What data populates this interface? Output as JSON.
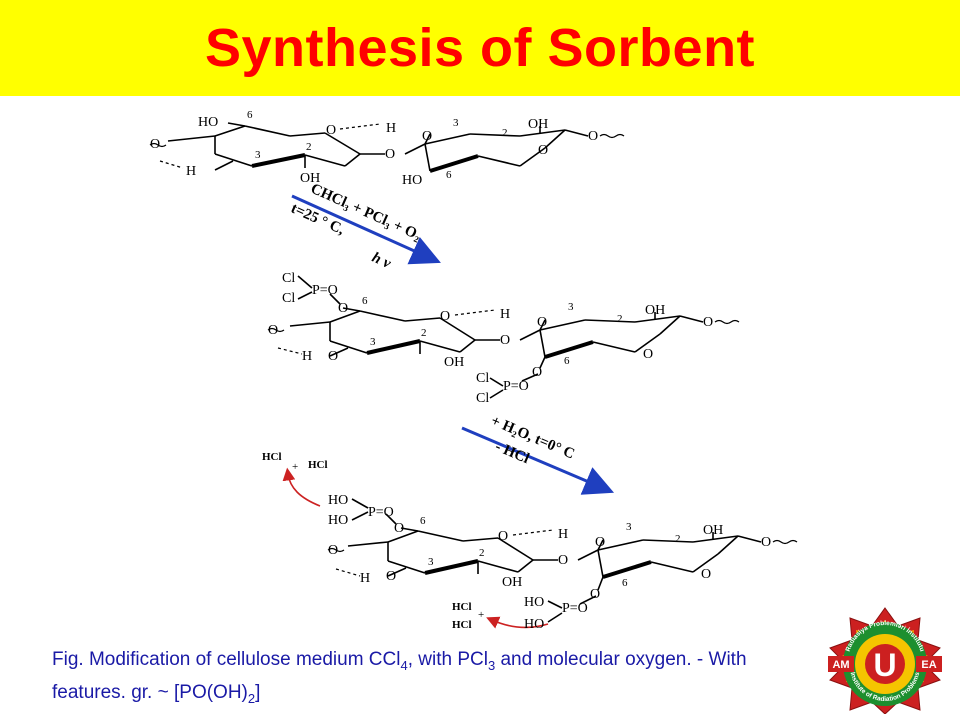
{
  "title": "Synthesis of Sorbent",
  "colors": {
    "title_bg": "#ffff00",
    "title_text": "#ff0000",
    "arrow": "#1f3fbf",
    "caption": "#1a1aa6",
    "small_arrow": "#cc2222"
  },
  "atoms": {
    "HO": "HO",
    "OH": "OH",
    "O": "O",
    "H": "H",
    "n6": "6",
    "n3": "3",
    "n2": "2",
    "Cl": "Cl",
    "P": "P",
    "PO": "P=O",
    "HCl": "HCl",
    "plus": "+"
  },
  "step1": {
    "reagents": "CHCl₃ + PCl₃ + O₂",
    "conditions": "t=25 ° C,",
    "light": "h ν"
  },
  "step2": {
    "reagents": "+ H₂O, t=0° C",
    "byproduct": "- HCl"
  },
  "caption": {
    "prefix": "Fig. Modification of cellulose medium CCl",
    "sub1": "4",
    "mid1": ", with PCl",
    "sub2": "3",
    "mid2": " and molecular oxygen. - With features. gr. ~ [PO(OH)",
    "sub3": "2",
    "suffix": "]"
  },
  "logo": {
    "left_text": "AM",
    "right_text": "EA",
    "center_letter": "U",
    "ring_top": "Radiasiya Problemləri İnstitutu",
    "ring_bottom": "Institute of Radiation Problems"
  }
}
